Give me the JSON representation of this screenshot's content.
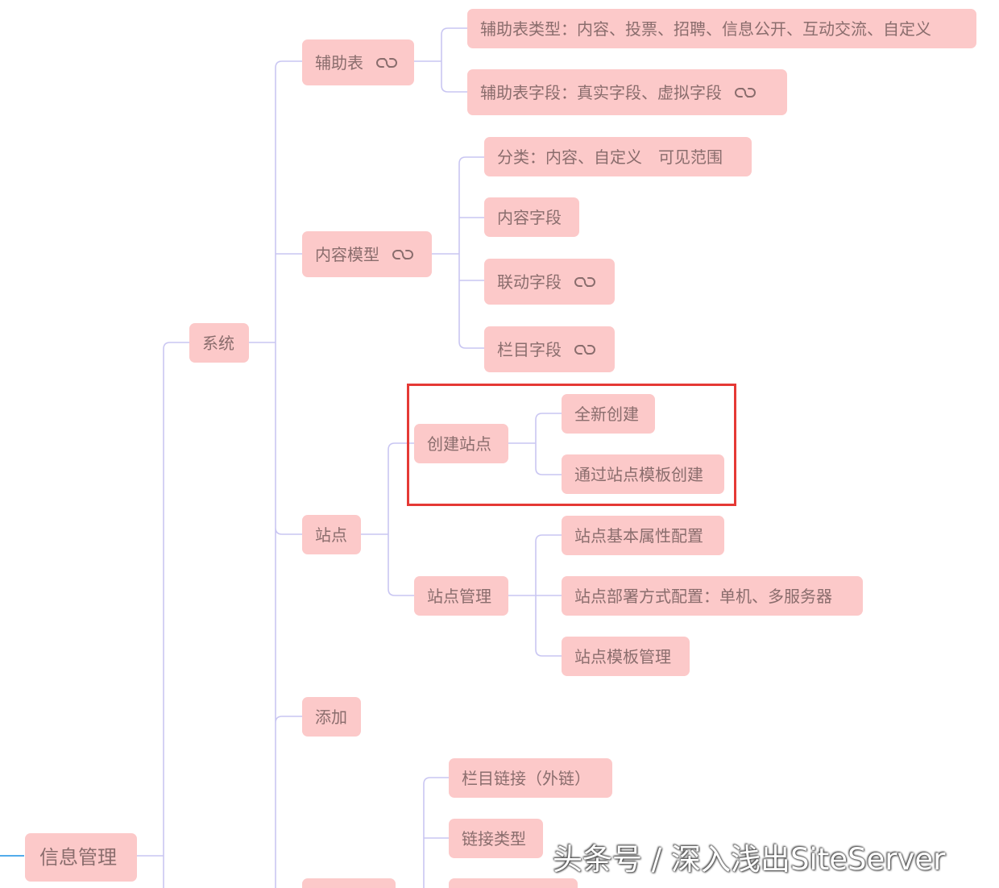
{
  "mindmap": {
    "root": {
      "label": "信息管理"
    },
    "system": {
      "label": "系统"
    },
    "aux_table": {
      "label": "辅助表"
    },
    "aux_types": {
      "label": "辅助表类型：内容、投票、招聘、信息公开、互动交流、自定义"
    },
    "aux_fields": {
      "label": "辅助表字段：真实字段、虚拟字段"
    },
    "content_model": {
      "label": "内容模型"
    },
    "category": {
      "label": "分类：内容、自定义　可见范围"
    },
    "content_fields": {
      "label": "内容字段"
    },
    "linked_fields": {
      "label": "联动字段"
    },
    "column_fields": {
      "label": "栏目字段"
    },
    "site": {
      "label": "站点"
    },
    "create_site": {
      "label": "创建站点"
    },
    "new_create": {
      "label": "全新创建"
    },
    "template_create": {
      "label": "通过站点模板创建"
    },
    "site_manage": {
      "label": "站点管理"
    },
    "site_basic": {
      "label": "站点基本属性配置"
    },
    "site_deploy": {
      "label": "站点部署方式配置：单机、多服务器"
    },
    "site_template": {
      "label": "站点模板管理"
    },
    "add": {
      "label": "添加"
    },
    "column_link": {
      "label": "栏目链接（外链）"
    },
    "link_type": {
      "label": "链接类型"
    }
  },
  "watermark": "头条号 / 深入浅出SiteServer",
  "colors": {
    "node_fill": "#fcc9c9",
    "node_text": "#8a6d6d",
    "connector": "#c9c6f2",
    "highlight": "#e53935",
    "root_link": "#3aa0e8"
  },
  "icons": {
    "link": "link-icon"
  }
}
